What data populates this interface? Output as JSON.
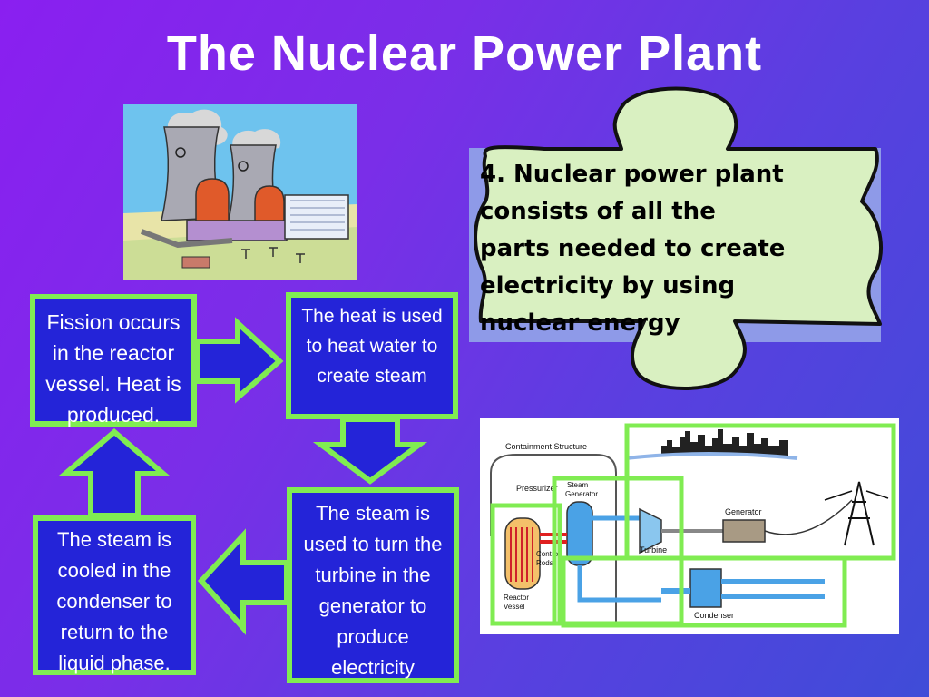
{
  "title": "The Nuclear Power Plant",
  "colors": {
    "accent": "#80ec52",
    "box_fill": "#2424d8",
    "puzzle_fill": "#d9f0c1",
    "panel": "#8e9ae8"
  },
  "fact": {
    "lines": [
      "4. Nuclear power plant",
      "consists of all the",
      "parts needed to create",
      "electricity by using",
      "nuclear energy"
    ]
  },
  "cycle": {
    "fission": [
      "Fission occurs",
      "in the reactor",
      "vessel. Heat is",
      "produced."
    ],
    "heat": [
      "The heat is used",
      "to heat water to",
      "create steam"
    ],
    "steam": [
      "The steam is",
      "used to turn the",
      "turbine in the",
      "generator to",
      "produce",
      "electricity"
    ],
    "cooled": [
      "The steam is",
      "cooled in the",
      "condenser to",
      "return to the",
      "liquid phase."
    ]
  },
  "schematic": {
    "containment": "Containment Structure",
    "pressurizer": "Pressurizer",
    "steam_generator": [
      "Steam",
      "Generator"
    ],
    "control_rods": [
      "Control",
      "Rods"
    ],
    "reactor_vessel": [
      "Reactor",
      "Vessel"
    ],
    "turbine": "Turbine",
    "generator": "Generator",
    "condenser": "Condenser"
  }
}
